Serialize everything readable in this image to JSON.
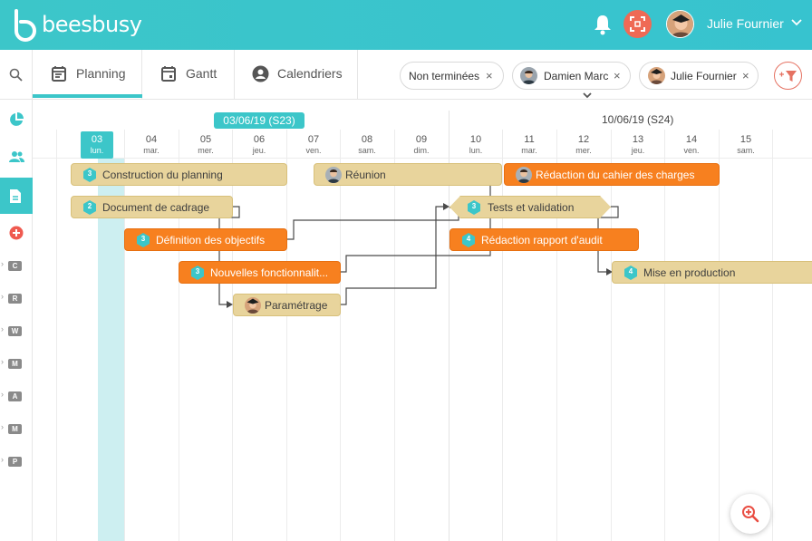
{
  "app": {
    "brand": "beesbusy",
    "brand_color": "#3cc6c9"
  },
  "header": {
    "user_name": "Julie Fournier"
  },
  "tabs": [
    {
      "label": "Planning",
      "icon": "planning-icon",
      "active": true
    },
    {
      "label": "Gantt",
      "icon": "gantt-calendar-icon",
      "active": false
    },
    {
      "label": "Calendriers",
      "icon": "user-circle-icon",
      "active": false
    }
  ],
  "filters": [
    {
      "label": "Non terminées",
      "close": "×"
    },
    {
      "label": "Damien Marc",
      "close": "×"
    },
    {
      "label": "Julie Fournier",
      "close": "×"
    }
  ],
  "sidebar": {
    "icons": [
      "dashboard-icon",
      "team-icon",
      "document-icon",
      "add-icon"
    ],
    "projects": [
      {
        "arrow": "›",
        "letter": "C"
      },
      {
        "arrow": "›",
        "letter": "R"
      },
      {
        "arrow": "›",
        "letter": "W"
      },
      {
        "arrow": "›",
        "letter": "M"
      },
      {
        "arrow": "›",
        "letter": "A"
      },
      {
        "arrow": "›",
        "letter": "M"
      },
      {
        "arrow": "›",
        "letter": "P"
      }
    ]
  },
  "timeline": {
    "week1_label": "03/06/19 (S23)",
    "week2_label": "10/06/19 (S24)",
    "days": [
      {
        "num": "03",
        "name": "lun.",
        "today": true
      },
      {
        "num": "04",
        "name": "mar."
      },
      {
        "num": "05",
        "name": "mer."
      },
      {
        "num": "06",
        "name": "jeu."
      },
      {
        "num": "07",
        "name": "ven."
      },
      {
        "num": "08",
        "name": "sam."
      },
      {
        "num": "09",
        "name": "dim."
      },
      {
        "num": "10",
        "name": "lun."
      },
      {
        "num": "11",
        "name": "mar."
      },
      {
        "num": "12",
        "name": "mer."
      },
      {
        "num": "13",
        "name": "jeu."
      },
      {
        "num": "14",
        "name": "ven."
      },
      {
        "num": "15",
        "name": "sam."
      }
    ]
  },
  "tasks": [
    {
      "label": "Construction du planning",
      "badge": "3",
      "color": "tan"
    },
    {
      "label": "Réunion",
      "badge": "",
      "color": "tan",
      "avatar": "man"
    },
    {
      "label": "Rédaction du cahier des charges",
      "badge": "",
      "color": "orange",
      "avatar": "man"
    },
    {
      "label": "Document de cadrage",
      "badge": "2",
      "color": "tan"
    },
    {
      "label": "Tests et validation",
      "badge": "3",
      "color": "tan"
    },
    {
      "label": "Définition des objectifs",
      "badge": "3",
      "color": "orange"
    },
    {
      "label": "Rédaction rapport d'audit",
      "badge": "4",
      "color": "orange"
    },
    {
      "label": "Nouvelles fonctionnalit...",
      "badge": "3",
      "color": "orange"
    },
    {
      "label": "Mise en production",
      "badge": "4",
      "color": "tan"
    },
    {
      "label": "Paramétrage",
      "badge": "",
      "color": "tan",
      "avatar": "woman"
    }
  ]
}
